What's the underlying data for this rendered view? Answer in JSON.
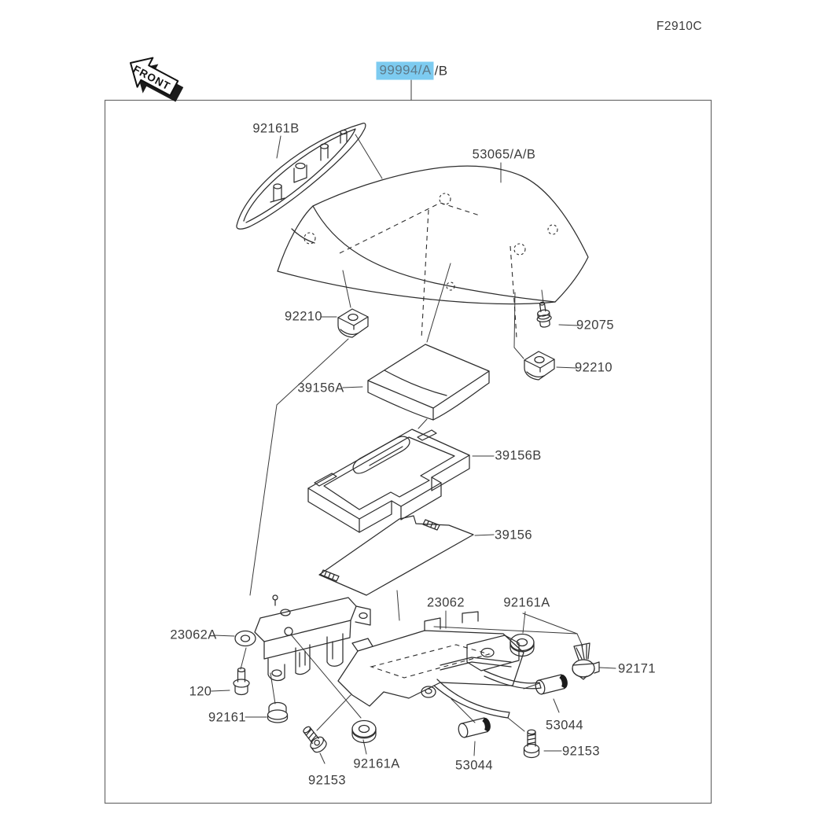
{
  "doc": {
    "code": "F2910C",
    "front_arrow": "FRONT",
    "assembly": {
      "highlighted": "99994/A",
      "suffix": "/B"
    }
  },
  "colors": {
    "highlight_bg": "#7dcbf0",
    "highlight_text": "#5e7a89",
    "line": "#2d2d2d",
    "label_text": "#3d3d3d"
  },
  "callouts": [
    {
      "label": "92161B"
    },
    {
      "label": "53065/A/B"
    },
    {
      "label": "92210"
    },
    {
      "label": "92075"
    },
    {
      "label": "92210"
    },
    {
      "label": "39156A"
    },
    {
      "label": "39156B"
    },
    {
      "label": "39156"
    },
    {
      "label": "23062"
    },
    {
      "label": "92161A"
    },
    {
      "label": "23062A"
    },
    {
      "label": "92171"
    },
    {
      "label": "120"
    },
    {
      "label": "92161"
    },
    {
      "label": "53044"
    },
    {
      "label": "92153"
    },
    {
      "label": "92161A"
    },
    {
      "label": "53044"
    },
    {
      "label": "92153"
    }
  ]
}
